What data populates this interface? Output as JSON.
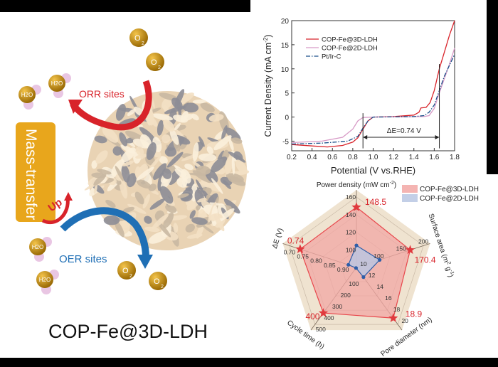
{
  "illustration": {
    "title": "COP-Fe@3D-LDH",
    "orr_label": "ORR sites",
    "oer_label": "OER sites",
    "mass_transfer_label": "Mass-transfer",
    "up_label": "Up",
    "o2_label": "O",
    "o2_sub": "2",
    "h2o_label": "H2O",
    "colors": {
      "orr": "#d8232a",
      "oer": "#1f6fb5",
      "mass_box": "#e8a61c",
      "sphere": "#f1dcc0",
      "molecule": "#c58b10",
      "hydrogen": "#e9c6e3"
    }
  },
  "chart_data": [
    {
      "type": "line",
      "xlabel": "Potential (V vs.RHE)",
      "ylabel": "Current Density (mA cm",
      "ylabel_sup": "-2",
      "ylabel_end": ")",
      "xlim": [
        0.2,
        1.8
      ],
      "ylim": [
        -7,
        20
      ],
      "xticks": [
        "0.2",
        "0.4",
        "0.6",
        "0.8",
        "1.0",
        "1.2",
        "1.4",
        "1.6",
        "1.8"
      ],
      "yticks": [
        "-5",
        "0",
        "5",
        "10",
        "15",
        "20"
      ],
      "legend_position": "top-left",
      "annotation": {
        "text": "ΔE=0.74 V",
        "from": 0.9,
        "to": 1.65,
        "y": -4.2
      },
      "series": [
        {
          "name": "COP-Fe@3D-LDH",
          "color": "#d8232a",
          "style": "solid",
          "x": [
            0.2,
            0.4,
            0.55,
            0.7,
            0.8,
            0.85,
            0.9,
            0.95,
            1.0,
            1.2,
            1.4,
            1.45,
            1.47,
            1.52,
            1.56,
            1.6,
            1.65,
            1.7,
            1.75,
            1.8
          ],
          "y": [
            -5.7,
            -6.0,
            -6.2,
            -5.9,
            -5.2,
            -4.3,
            -2.5,
            -0.8,
            0,
            0.1,
            0.4,
            1.0,
            1.9,
            2.0,
            3.0,
            5.5,
            10,
            13.5,
            17,
            20
          ]
        },
        {
          "name": "COP-Fe@2D-LDH",
          "color": "#d79ac6",
          "style": "solid",
          "x": [
            0.2,
            0.5,
            0.7,
            0.8,
            0.85,
            0.9,
            1.0,
            1.5,
            1.55,
            1.6,
            1.65,
            1.7,
            1.75,
            1.8
          ],
          "y": [
            -5.3,
            -5.0,
            -4.2,
            -2.5,
            -0.8,
            -0.1,
            0,
            0.1,
            0.3,
            1.8,
            5.0,
            8.0,
            11,
            14.3
          ]
        },
        {
          "name": "Pt/Ir-C",
          "color": "#1b4f8a",
          "style": "dashdot",
          "x": [
            0.2,
            0.5,
            0.75,
            0.85,
            0.9,
            0.95,
            1.0,
            1.4,
            1.5,
            1.55,
            1.6,
            1.65,
            1.7,
            1.8
          ],
          "y": [
            -5.6,
            -5.4,
            -5.0,
            -4.0,
            -2.3,
            -0.8,
            0,
            0.1,
            0.3,
            1.0,
            2.5,
            5.5,
            8.5,
            13
          ]
        }
      ]
    },
    {
      "type": "radar",
      "legend_position": "top-right",
      "axes": [
        {
          "label": "Power density (mW cm",
          "sup": "-2",
          "end": ")",
          "min": 80,
          "max": 160,
          "ticks": [
            "100",
            "120",
            "140",
            "160"
          ]
        },
        {
          "label": "Surface area (m",
          "sup": "2",
          "mid": " g",
          "sup2": "-1",
          "end": ")",
          "min": 50,
          "max": 200,
          "ticks": [
            "100",
            "150",
            "200"
          ]
        },
        {
          "label": "Pore diameter (nm)",
          "min": 10,
          "max": 20,
          "ticks": [
            "10",
            "12",
            "14",
            "16",
            "18",
            "20"
          ]
        },
        {
          "label": "Cycle time (h)",
          "min": 0,
          "max": 500,
          "ticks": [
            "100",
            "200",
            "300",
            "400",
            "500"
          ]
        },
        {
          "label": "ΔE (V)",
          "min": 0.95,
          "max": 0.7,
          "ticks": [
            "0.90",
            "0.85",
            "0.80",
            "0.75",
            "0.70"
          ]
        }
      ],
      "series": [
        {
          "name": "COP-Fe@3D-LDH",
          "color": "#e8474c",
          "fill": "#f2a7a4",
          "values": [
            148.5,
            170.4,
            18.9,
            400,
            0.74
          ],
          "labels": [
            "148.5",
            "170.4",
            "18.9",
            "400",
            "0.74"
          ]
        },
        {
          "name": "COP-Fe@2D-LDH",
          "color": "#2e5ea8",
          "fill": "#b9c7e3",
          "values": [
            105,
            102,
            11.7,
            5,
            0.92
          ]
        }
      ]
    }
  ]
}
